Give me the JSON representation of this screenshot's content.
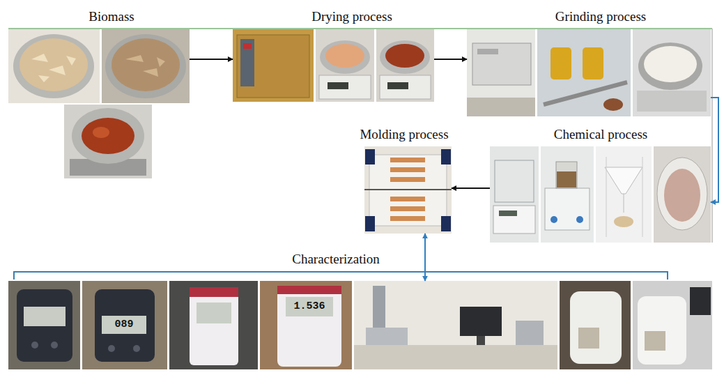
{
  "diagram": {
    "nodes": [
      {
        "text": [
          "Biomass"
        ]
      },
      {
        "text": [
          "Drying process"
        ]
      },
      {
        "text": [
          "Grinding process"
        ]
      },
      {
        "text": [
          "Molding process"
        ]
      },
      {
        "text": [
          "Chemical process"
        ]
      },
      {
        "text": [
          "Characterization"
        ]
      }
    ],
    "edges": [
      {
        "from": 0,
        "to": 1,
        "arrow": "to"
      },
      {
        "from": 1,
        "to": 2,
        "arrow": "to"
      },
      {
        "from": 2,
        "to": 4,
        "arrow": "to"
      },
      {
        "from": 4,
        "to": 3,
        "arrow": "to"
      },
      {
        "from": 3,
        "to": 5,
        "arrow": "both"
      }
    ],
    "labels": [
      "089",
      "1.536"
    ]
  }
}
